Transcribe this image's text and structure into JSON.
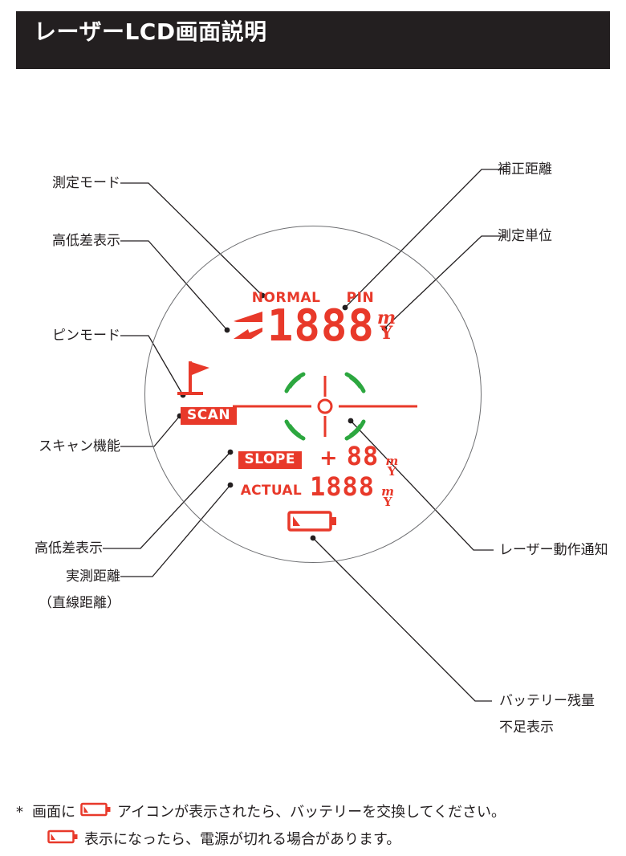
{
  "header": {
    "title": "レーザーLCD画面説明"
  },
  "colors": {
    "header_bg": "#231f20",
    "lcd_red": "#e8392a",
    "reticle_green": "#2ca73f",
    "line_gray": "#6d6e71",
    "text": "#231f20",
    "page_bg": "#ffffff"
  },
  "callouts": {
    "left": [
      {
        "label": "測定モード"
      },
      {
        "label": "高低差表示"
      },
      {
        "label": "ピンモード"
      },
      {
        "label": "スキャン機能"
      },
      {
        "label": "高低差表示"
      },
      {
        "label": "実測距離"
      },
      {
        "label": "（直線距離）"
      }
    ],
    "right": [
      {
        "label": "補正距離"
      },
      {
        "label": "測定単位"
      },
      {
        "label": "レーザー動作通知"
      },
      {
        "label": "バッテリー残量"
      },
      {
        "label": "不足表示"
      }
    ]
  },
  "lcd": {
    "mode_normal": "NORMAL",
    "mode_pin": "PIN",
    "slope_icon_name": "elevation-wedge-icon",
    "main_digits": "1888",
    "main_unit_top": "m",
    "main_unit_bottom": "Y",
    "flag_icon_name": "pin-flag-icon",
    "scan_badge": "SCAN",
    "reticle_icon_name": "crosshair-reticle-icon",
    "slope_badge": "SLOPE",
    "slope_sign": "+",
    "slope_digits": "88",
    "slope_unit_top": "m",
    "slope_unit_bottom": "Y",
    "actual_label": "ACTUAL",
    "actual_digits": "1888",
    "actual_unit_top": "m",
    "actual_unit_bottom": "Y",
    "battery_icon_name": "low-battery-icon"
  },
  "footnotes": {
    "star": "*",
    "line1_a": "画面に",
    "line1_b": "アイコンが表示されたら、バッテリーを交換してください。",
    "line2_b": "表示になったら、電源が切れる場合があります。"
  }
}
